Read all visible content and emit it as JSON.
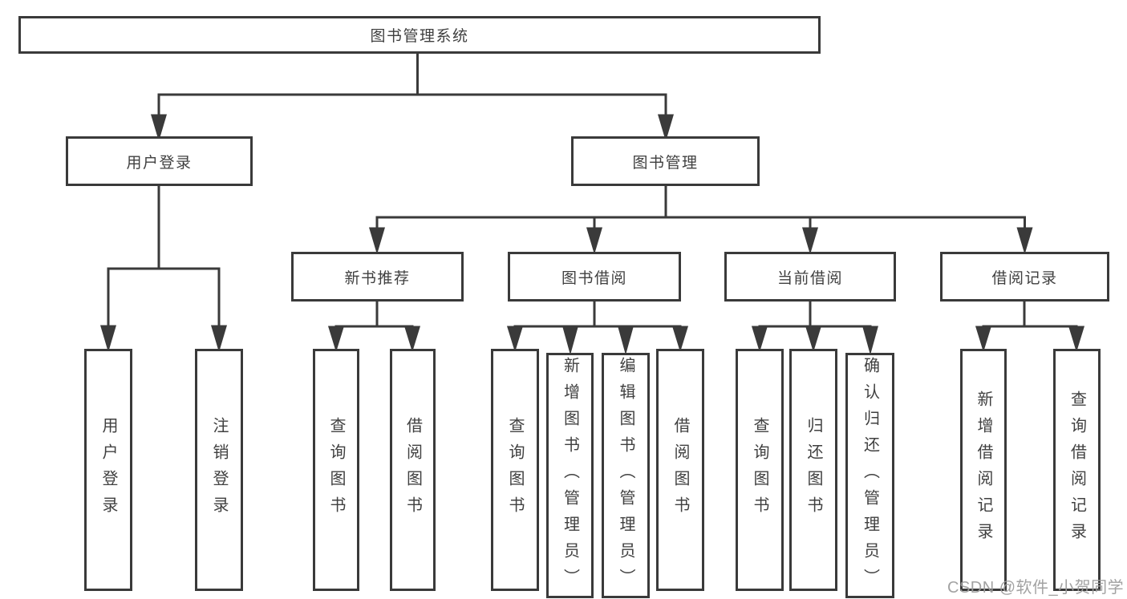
{
  "diagram": {
    "title": "图书管理系统",
    "branches": {
      "user_login": {
        "label": "用户登录",
        "leaves": {
          "login": "用户登录",
          "logout": "注销登录"
        }
      },
      "book_mgmt": {
        "label": "图书管理",
        "sections": {
          "new_books": {
            "label": "新书推荐",
            "leaves": {
              "query": "查询图书",
              "borrow": "借阅图书"
            }
          },
          "borrowing": {
            "label": "图书借阅",
            "leaves": {
              "query": "查询图书",
              "add": "新增图书（管理员）",
              "edit": "编辑图书（管理员）",
              "borrow": "借阅图书"
            }
          },
          "current": {
            "label": "当前借阅",
            "leaves": {
              "query": "查询图书",
              "return": "归还图书",
              "confirm": "确认归还（管理员）"
            }
          },
          "records": {
            "label": "借阅记录",
            "leaves": {
              "add": "新增借阅记录",
              "query": "查询借阅记录"
            }
          }
        }
      }
    }
  },
  "watermark": "CSDN @软件_小贺同学",
  "colors": {
    "line": "#3a3a3a",
    "text": "#404040",
    "watermark": "#9d9d9d",
    "background": "#ffffff"
  }
}
